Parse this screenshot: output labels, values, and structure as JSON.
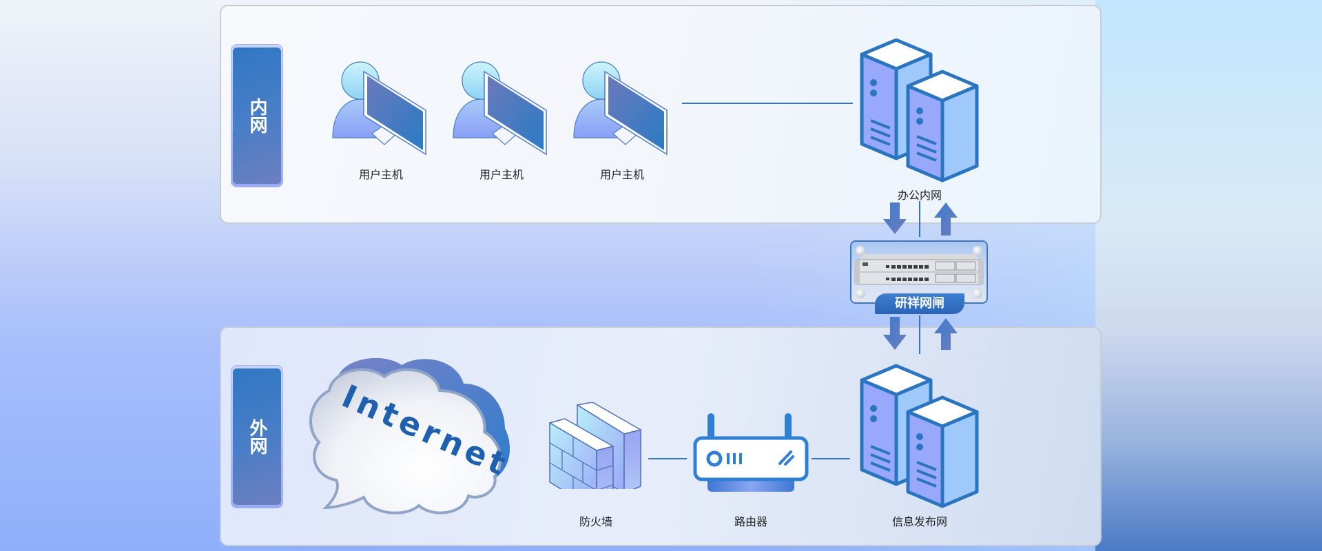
{
  "diagram": {
    "type": "network-topology",
    "zones": {
      "intranet": {
        "label": "内网"
      },
      "extranet": {
        "label": "外网"
      }
    },
    "intranet_nodes": [
      {
        "id": "host1",
        "label": "用户主机",
        "icon": "user-computer-icon"
      },
      {
        "id": "host2",
        "label": "用户主机",
        "icon": "user-computer-icon"
      },
      {
        "id": "host3",
        "label": "用户主机",
        "icon": "user-computer-icon"
      },
      {
        "id": "office-net",
        "label": "办公内网",
        "icon": "server-icon"
      }
    ],
    "gateway": {
      "id": "gateway",
      "label": "研祥网闸",
      "icon": "rack-appliance-icon"
    },
    "extranet_nodes": [
      {
        "id": "internet",
        "label": "Internet",
        "icon": "cloud-icon"
      },
      {
        "id": "firewall",
        "label": "防火墙",
        "icon": "firewall-icon"
      },
      {
        "id": "router",
        "label": "路由器",
        "icon": "router-icon"
      },
      {
        "id": "publish-net",
        "label": "信息发布网",
        "icon": "server-icon"
      }
    ],
    "edges": [
      {
        "from": "host3",
        "to": "office-net"
      },
      {
        "from": "office-net",
        "to": "gateway",
        "direction": "bidirectional"
      },
      {
        "from": "gateway",
        "to": "publish-net",
        "direction": "bidirectional"
      },
      {
        "from": "firewall",
        "to": "router"
      },
      {
        "from": "router",
        "to": "publish-net"
      }
    ],
    "colors": {
      "accent": "#2f77c4",
      "label_bg": "#4a7ec6",
      "server_front": "#98a8f8",
      "server_side": "#9ec8fb",
      "text": "#222222"
    }
  }
}
